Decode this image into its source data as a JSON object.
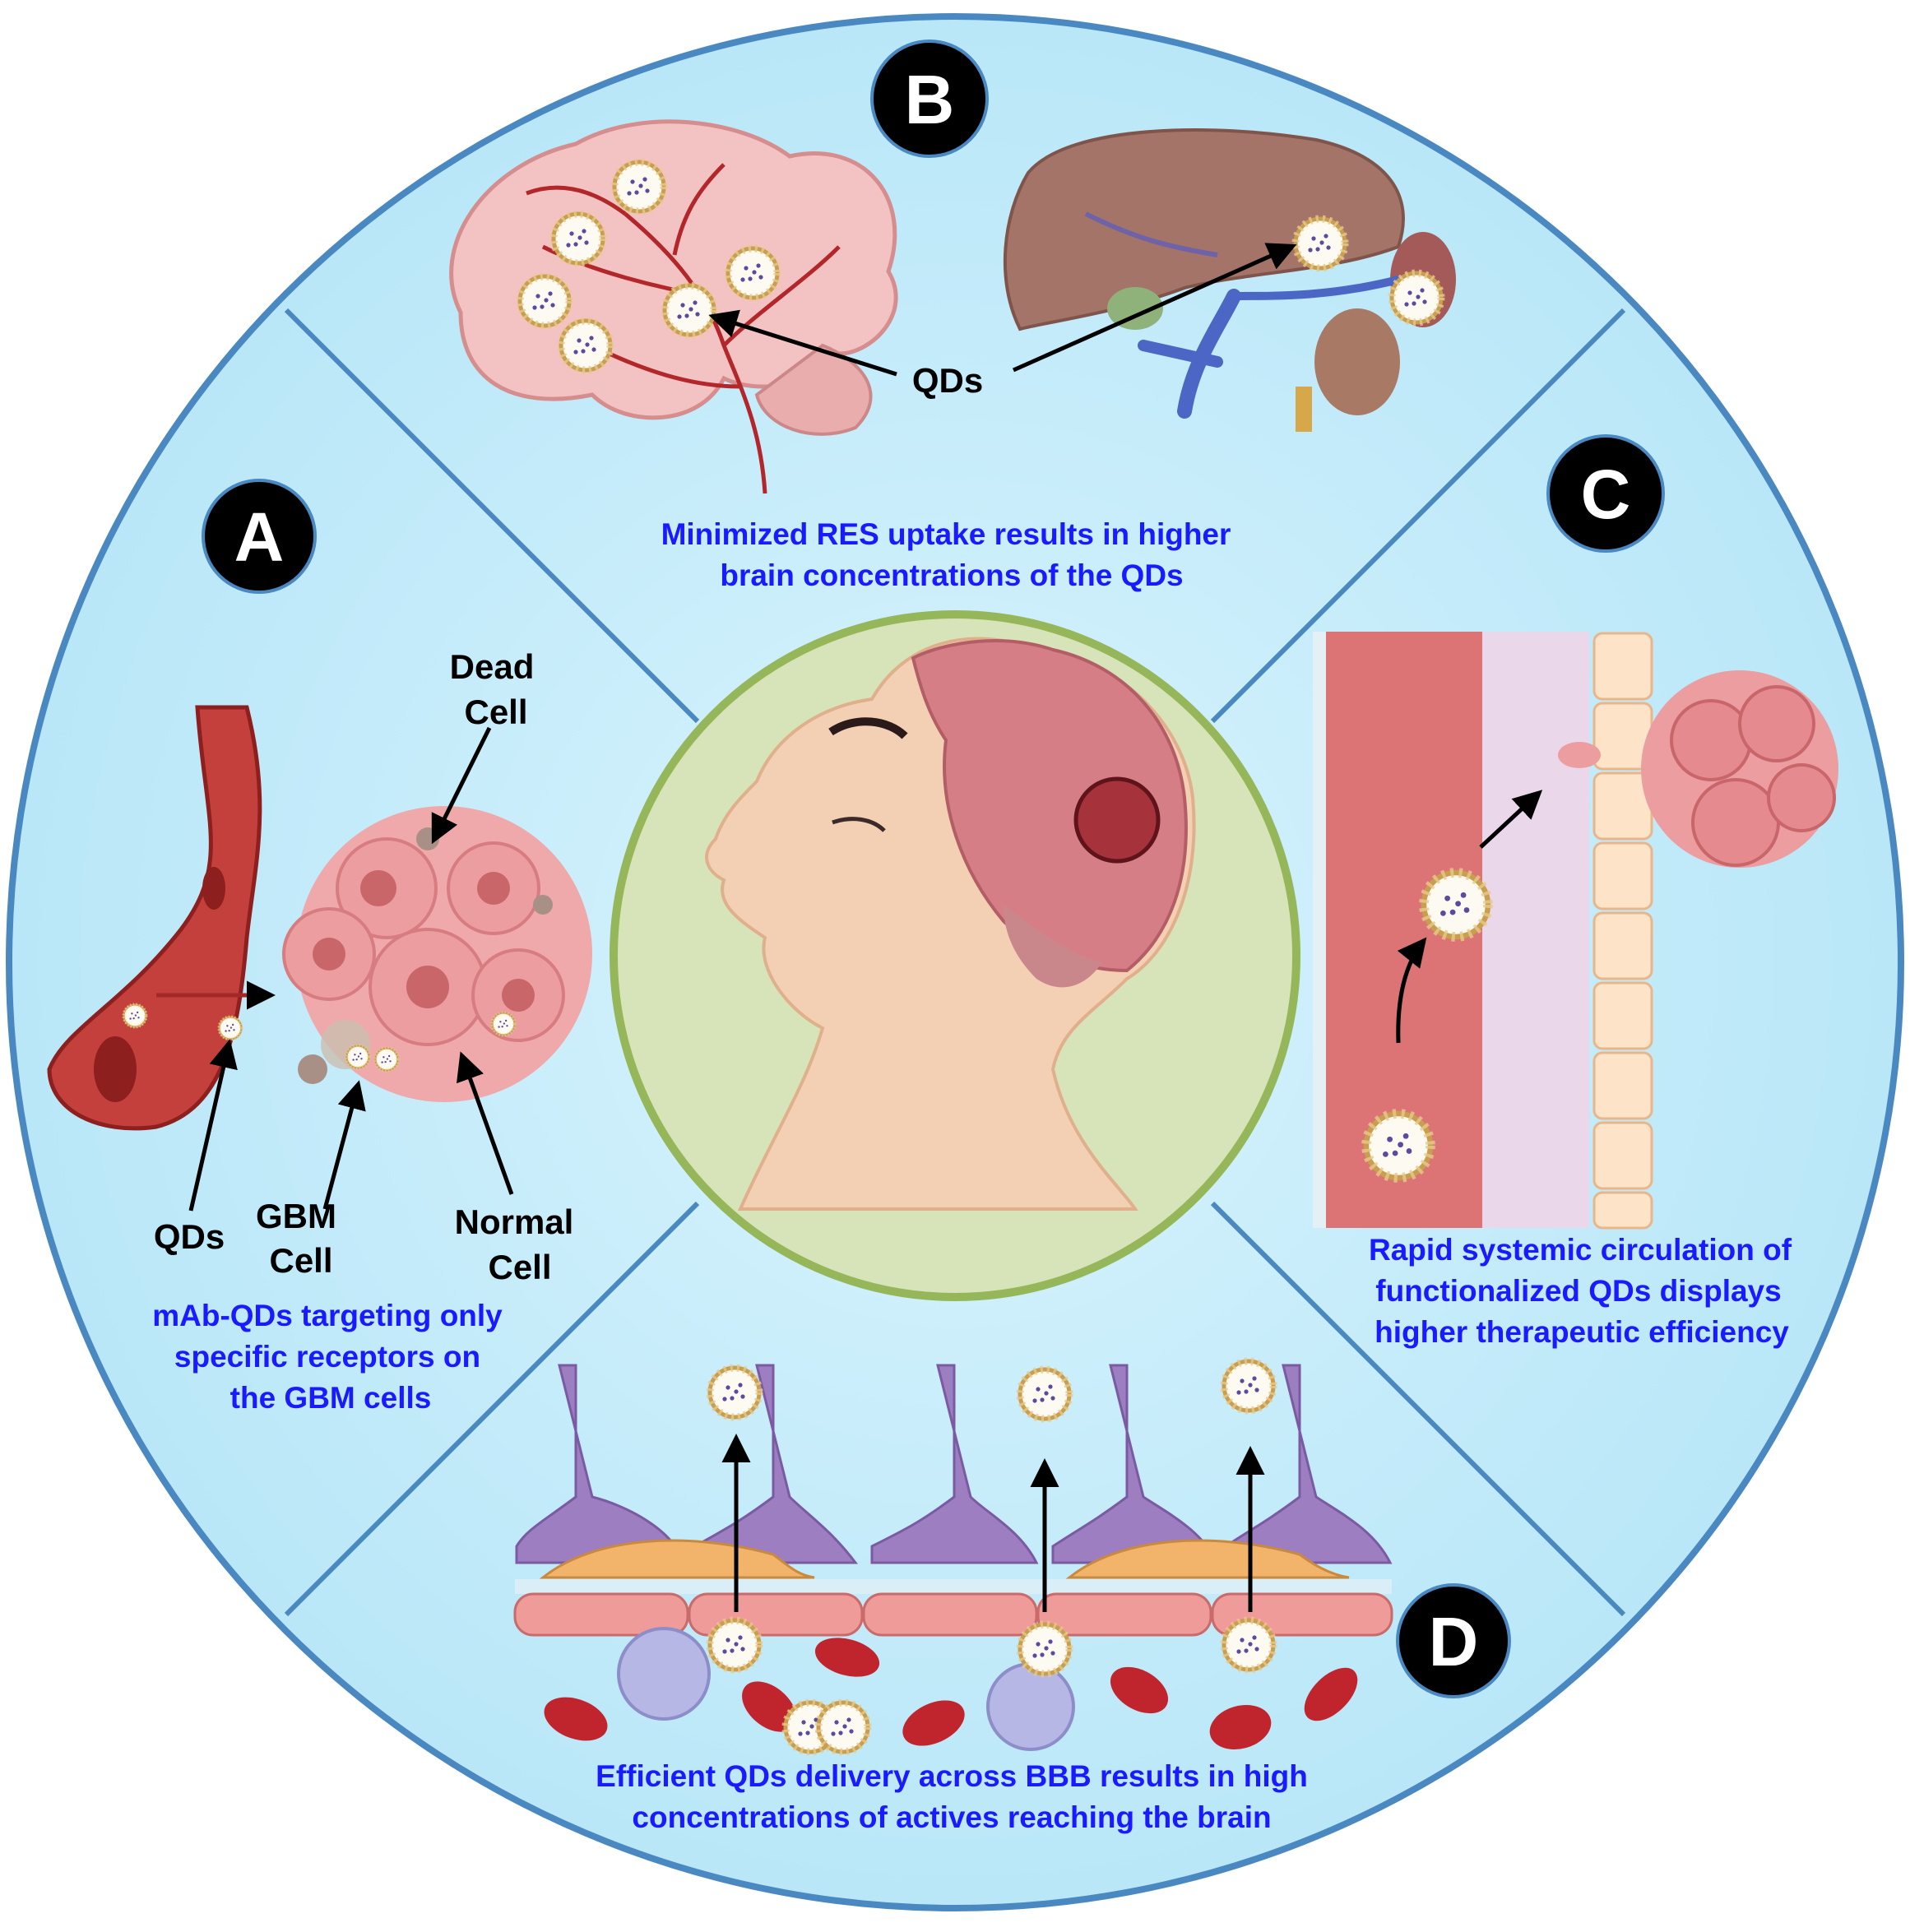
{
  "colors": {
    "panel_bg": "#c6ecfa",
    "outline": "#4a88c2",
    "caption": "#1a1aff",
    "center_fill": "#d7e3b8",
    "center_ring": "#95b659"
  },
  "sections": {
    "a": {
      "badge": "A",
      "caption": [
        "mAb-QDs targeting only",
        "specific receptors on",
        "the GBM cells"
      ],
      "labels": {
        "dead_cell": [
          "Dead",
          "Cell"
        ],
        "qds": "QDs",
        "gbm_cell": [
          "GBM",
          "Cell"
        ],
        "normal_cell": [
          "Normal",
          "Cell"
        ]
      }
    },
    "b": {
      "badge": "B",
      "qds_label": "QDs",
      "caption": [
        "Minimized RES uptake results in higher",
        "brain concentrations of the QDs"
      ]
    },
    "c": {
      "badge": "C",
      "caption": [
        "Rapid systemic circulation of",
        "functionalized  QDs displays",
        "higher therapeutic efficiency"
      ]
    },
    "d": {
      "badge": "D",
      "caption": [
        "Efficient QDs delivery across BBB results in high",
        "concentrations of actives reaching the brain"
      ]
    }
  },
  "icons": [
    "brain-icon",
    "liver-icon",
    "kidney-icon",
    "blood-vessel-icon",
    "tumor-icon",
    "head-profile-icon",
    "quantum-dot-icon",
    "red-blood-cell-icon"
  ]
}
